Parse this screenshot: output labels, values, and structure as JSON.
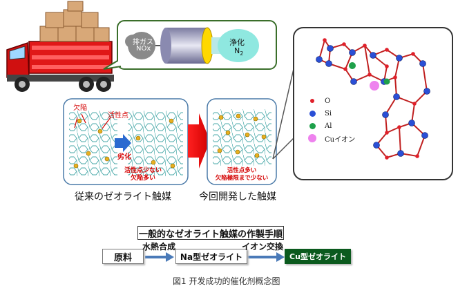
{
  "truck_panel": {
    "exhaust_label": "排ガス",
    "exhaust_species": "NOx",
    "clean_label": "浄化",
    "clean_species": "N",
    "clean_subscript": "2"
  },
  "old_catalyst": {
    "defect_label": "欠陥",
    "active_site_label": "活性点",
    "degradation_label": "劣化",
    "summary_line1": "活性点少ない",
    "summary_line2": "欠陥多い",
    "caption": "従来のゼオライト触媒"
  },
  "new_catalyst": {
    "summary_line1": "活性点多い",
    "summary_line2": "欠陥極限まで少ない",
    "caption": "今回開発した触媒"
  },
  "structure_legend": {
    "items": [
      {
        "label": "O",
        "color": "#e0202a"
      },
      {
        "label": "Si",
        "color": "#2a4fd6"
      },
      {
        "label": "Al",
        "color": "#1ea04a"
      },
      {
        "label": "Cuイオン",
        "color": "#ee82ee"
      }
    ]
  },
  "procedure": {
    "title": "一般的なゼオライト触媒の作製手順",
    "step1": "原料",
    "arrow1": "水熱合成",
    "step2": "Na型ゼオライト",
    "arrow2": "イオン交換",
    "step3": "Cu型ゼオライト"
  },
  "figure_caption": "図1 开发成功的催化剂概念图"
}
